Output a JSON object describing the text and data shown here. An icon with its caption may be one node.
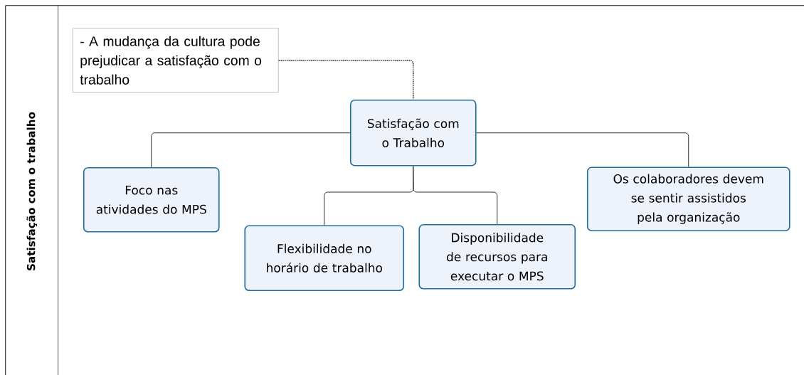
{
  "diagram": {
    "nodes": [
      {
        "text": [
          "Satisfação com o trabalho"
        ]
      },
      {
        "text": [
          "- A mudança da cultura pode prejudicar a satisfação com o trabalho"
        ],
        "in": 0
      },
      {
        "text": [
          "Satisfação com o Trabalho"
        ],
        "in": 0
      },
      {
        "text": [
          "Foco nas atividades do MPS"
        ],
        "in": 0
      },
      {
        "text": [
          "Os colaboradores devem se sentir assistidos pela organização"
        ],
        "in": 0
      },
      {
        "text": [
          "Flexibilidade no horário de trabalho"
        ],
        "in": 0
      },
      {
        "text": [
          "Disponibilidade de recursos para executar o MPS"
        ],
        "in": 0
      }
    ],
    "edges": [
      {
        "from": 1,
        "to": 2,
        "arrow": "none",
        "style": "dashed"
      },
      {
        "from": 2,
        "to": 3,
        "arrow": "none"
      },
      {
        "from": 2,
        "to": 4,
        "arrow": "none"
      },
      {
        "from": 2,
        "to": 5,
        "arrow": "none"
      },
      {
        "from": 2,
        "to": 6,
        "arrow": "none"
      }
    ]
  }
}
